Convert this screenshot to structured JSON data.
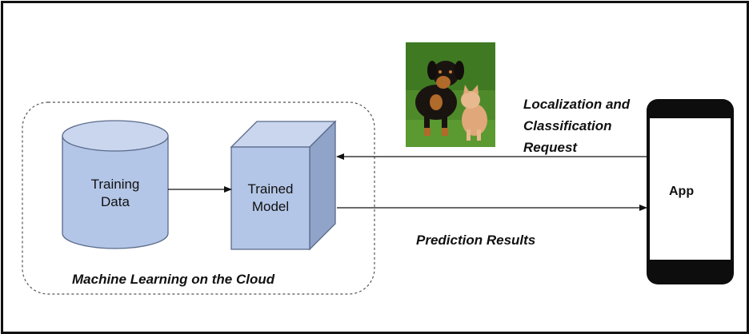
{
  "training_data_label": [
    "Training",
    "Data"
  ],
  "trained_model_label": [
    "Trained",
    "Model"
  ],
  "cloud_label": "Machine Learning on the Cloud",
  "request_label": [
    "Localization and",
    "Classification",
    "Request"
  ],
  "prediction_label": "Prediction Results",
  "app_label": "App",
  "colors": {
    "shape_fill": "#b4c6e7",
    "shape_stroke": "#5a6a8a",
    "phone": "#0d0d0d",
    "phone_screen": "#ffffff"
  },
  "photo": {
    "content": "dog and kitten on grass"
  }
}
